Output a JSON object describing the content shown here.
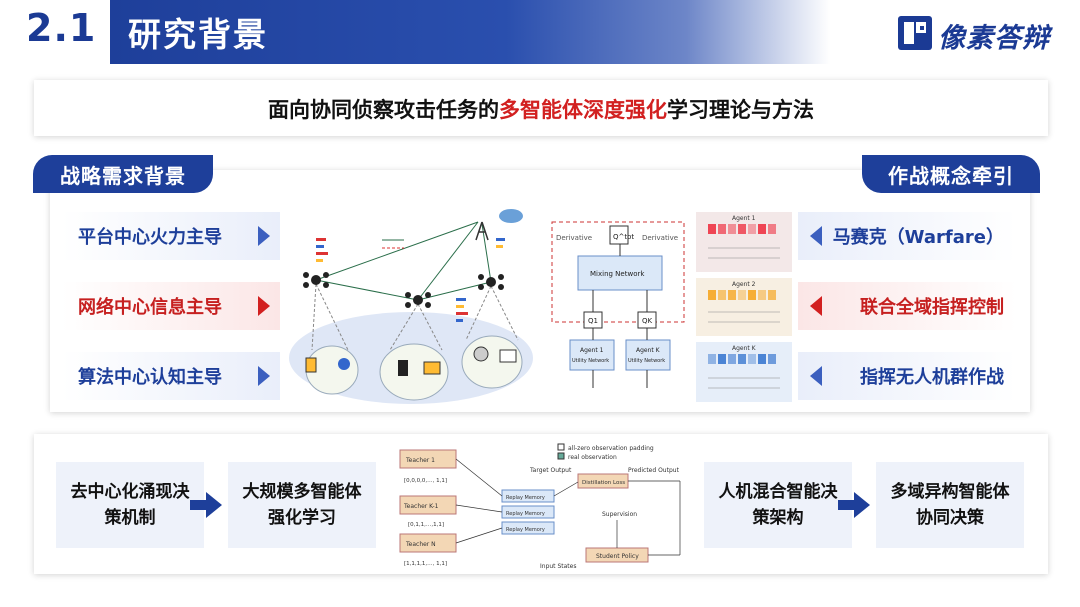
{
  "header": {
    "section_number": "2.1",
    "title": "研究背景",
    "brand_name": "像素答辩",
    "accent_color": "#1e3f9a"
  },
  "subtitle": {
    "prefix": "面向协同侦察攻击任务的",
    "highlight": "多智能体深度强化",
    "suffix": "学习理论与方法",
    "highlight_color": "#d22020"
  },
  "left_panel": {
    "tab_label": "战略需求背景",
    "items": [
      {
        "label": "平台中心火力主导",
        "color": "#1e3f9a"
      },
      {
        "label": "网络中心信息主导",
        "color": "#c62020"
      },
      {
        "label": "算法中心认知主导",
        "color": "#1e3f9a"
      }
    ]
  },
  "right_panel": {
    "tab_label": "作战概念牵引",
    "items": [
      {
        "label": "马赛克（Warfare）",
        "color": "#1e3f9a"
      },
      {
        "label": "联合全域指挥控制",
        "color": "#c62020"
      },
      {
        "label": "指挥无人机群作战",
        "color": "#1e3f9a"
      }
    ]
  },
  "figures": {
    "mixing": {
      "derivative_left": "Derivative",
      "derivative_right": "Derivative",
      "qtot": "Q^tot",
      "mixing_network": "Mixing Network",
      "q1": "Q1",
      "qk": "QK",
      "agent1": "Agent 1",
      "agentk": "Agent K",
      "utility": "Utility Network"
    },
    "agents": {
      "agent1": "Agent 1",
      "agent2": "Agent 2",
      "agentk": "Agent K"
    },
    "distill": {
      "legend_zero": "all-zero observation padding",
      "legend_real": "real observation",
      "target_output": "Target Output",
      "predicted_output": "Predicted Output",
      "distillation_loss": "Distillation Loss",
      "supervision": "Supervision",
      "student_policy": "Student Policy",
      "input_states": "Input States",
      "teacher1": "Teacher 1",
      "teacherk": "Teacher K-1",
      "teachern": "Teacher N",
      "seq1": "[0,0,0,0,…, 1,1]",
      "seq2": "[0,1,1,…,1,1]",
      "seq3": "[1,1,1,1,…, 1,1]",
      "replay": "Replay Memory"
    }
  },
  "bottom": {
    "cards": [
      "去中心化涌现决策机制",
      "大规模多智能体强化学习",
      "人机混合智能决策架构",
      "多域异构智能体协同决策"
    ]
  }
}
